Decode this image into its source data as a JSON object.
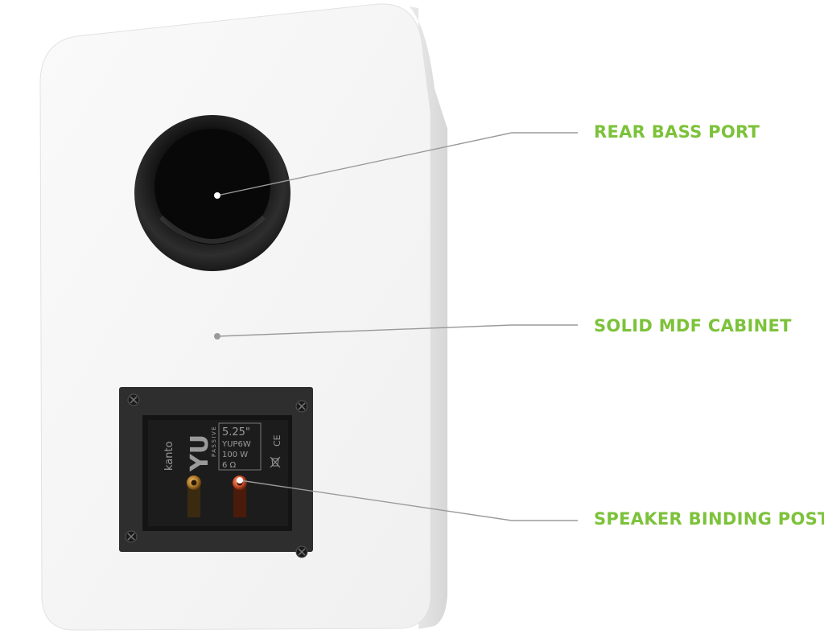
{
  "colors": {
    "accent": "#7cc23a",
    "cabinet": "#f4f4f4",
    "plate": "#2b2b2b",
    "port": "#1a1a1a",
    "leader_line": "#9a9a9a"
  },
  "callouts": [
    {
      "label": "REAR BASS PORT"
    },
    {
      "label": "SOLID MDF CABINET"
    },
    {
      "label": "SPEAKER BINDING POST"
    }
  ],
  "plate": {
    "brand": "kanto",
    "model_logo": "YU",
    "subtitle": "PASSIVE",
    "size": "5.25\"",
    "model": "YUP6W",
    "power": "100 W",
    "impedance": "6 Ω",
    "ce_mark": "CE"
  }
}
